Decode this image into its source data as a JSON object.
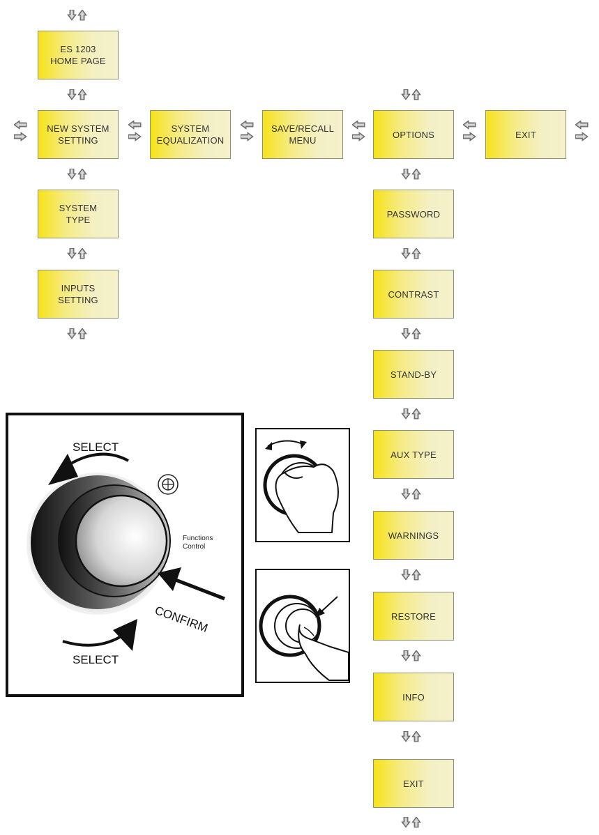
{
  "top_column": {
    "home": "ES 1203\nHOME PAGE"
  },
  "main_row": {
    "new_system": "NEW SYSTEM\nSETTING",
    "system_eq": "SYSTEM\nEQUALIZATION",
    "save_recall": "SAVE/RECALL\nMENU",
    "options": "OPTIONS",
    "exit": "EXIT"
  },
  "left_column": {
    "system_type": "SYSTEM\nTYPE",
    "inputs_setting": "INPUTS\nSETTING"
  },
  "options_column": {
    "password": "PASSWORD",
    "contrast": "CONTRAST",
    "standby": "STAND-BY",
    "aux_type": "AUX TYPE",
    "warnings": "WARNINGS",
    "restore": "RESTORE",
    "info": "INFO",
    "exit": "EXIT"
  },
  "knob": {
    "select_top": "SELECT",
    "select_bottom": "SELECT",
    "confirm": "CONFIRM",
    "functions_control": "Functions\nControl"
  },
  "colors": {
    "box_yellow": "#f7e21a",
    "box_pale": "#f4f1cc",
    "arrow_fill": "#7d7d7d"
  },
  "icons": {
    "vertical_pair": "down-up-arrows-icon",
    "horizontal_pair": "left-right-arrows-icon"
  }
}
